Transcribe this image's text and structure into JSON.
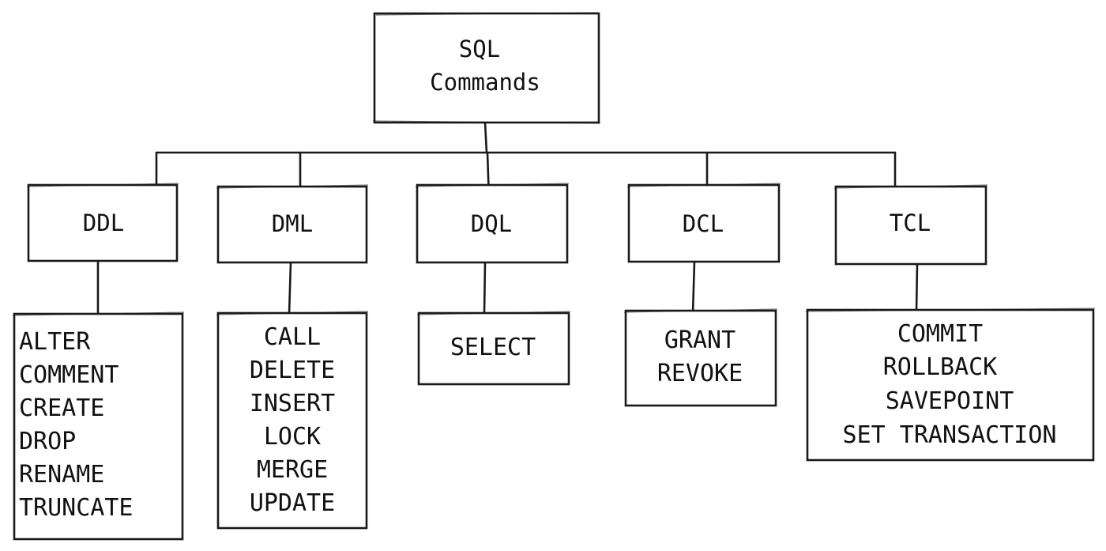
{
  "root": {
    "lines": [
      "SQL",
      "Commands"
    ]
  },
  "categories": [
    {
      "label": "DDL",
      "commands": [
        "ALTER",
        "COMMENT",
        "CREATE",
        "DROP",
        "RENAME",
        "TRUNCATE"
      ]
    },
    {
      "label": "DML",
      "commands": [
        "CALL",
        "DELETE",
        "INSERT",
        "LOCK",
        "MERGE",
        "UPDATE"
      ]
    },
    {
      "label": "DQL",
      "commands": [
        "SELECT"
      ]
    },
    {
      "label": "DCL",
      "commands": [
        "GRANT",
        "REVOKE"
      ]
    },
    {
      "label": "TCL",
      "commands": [
        "COMMIT",
        "ROLLBACK",
        "SAVEPOINT",
        "SET TRANSACTION"
      ]
    }
  ]
}
